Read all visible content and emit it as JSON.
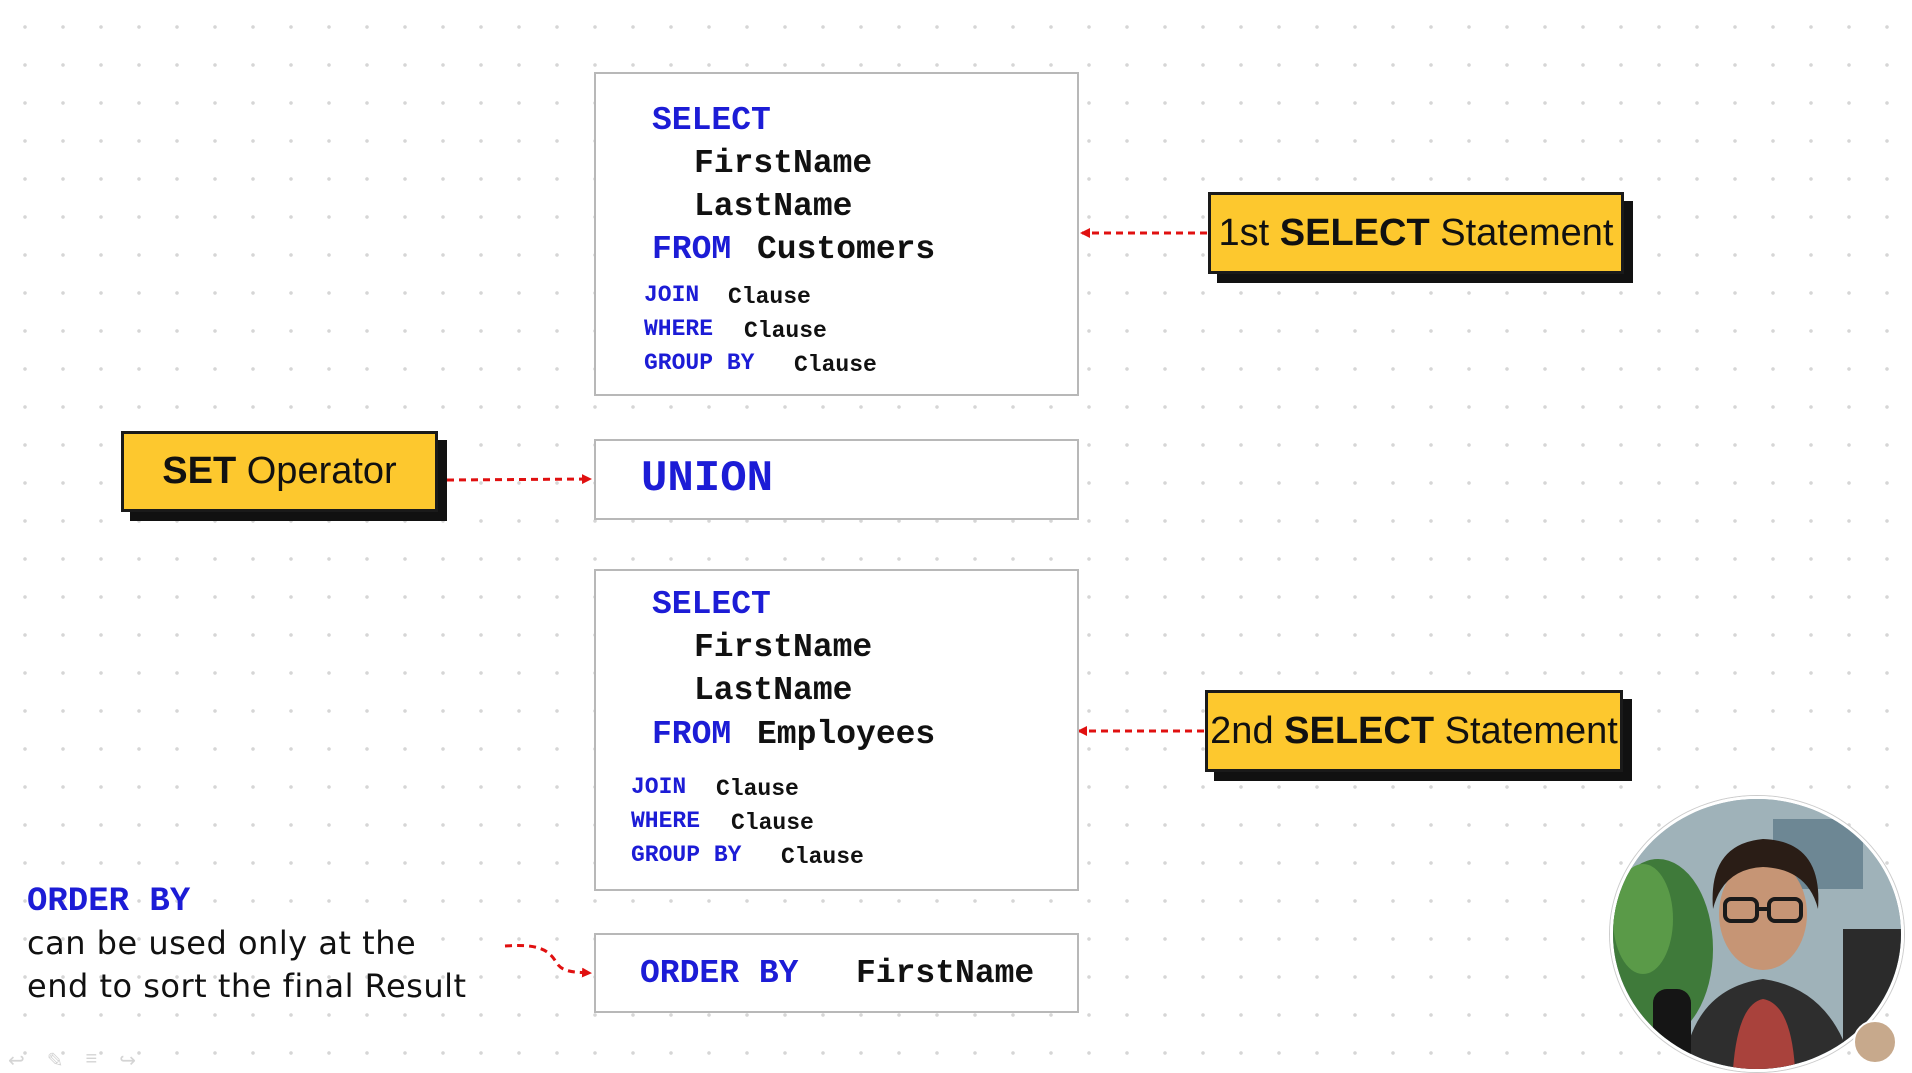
{
  "colors": {
    "keyword": "#1c1cd6",
    "tag_fill": "#fdc82e",
    "arrow": "#e01010",
    "box_border": "#b8b8b8"
  },
  "select1": {
    "select_kw": "SELECT",
    "col1": "FirstName",
    "col2": "LastName",
    "from_kw": "FROM",
    "table": "Customers",
    "join_kw": "JOIN",
    "where_kw": "WHERE",
    "groupby_kw": "GROUP BY",
    "clause": "Clause"
  },
  "set_operator": {
    "keyword": "UNION"
  },
  "select2": {
    "select_kw": "SELECT",
    "col1": "FirstName",
    "col2": "LastName",
    "from_kw": "FROM",
    "table": "Employees",
    "join_kw": "JOIN",
    "where_kw": "WHERE",
    "groupby_kw": "GROUP BY",
    "clause": "Clause"
  },
  "order_by_box": {
    "keyword": "ORDER BY",
    "column": "FirstName"
  },
  "labels": {
    "first": {
      "prefix": "1st",
      "bold": "SELECT",
      "suffix": "Statement"
    },
    "second": {
      "prefix": "2nd",
      "bold": "SELECT",
      "suffix": "Statement"
    },
    "set": {
      "bold": "SET",
      "suffix": "Operator"
    }
  },
  "note": {
    "keyword": "ORDER BY",
    "line1": "can be used only at the",
    "line2": "end to sort the final Result"
  },
  "icons": [
    "presenter-video-avatar",
    "presenter-small-avatar",
    "slide-nav-icons"
  ]
}
